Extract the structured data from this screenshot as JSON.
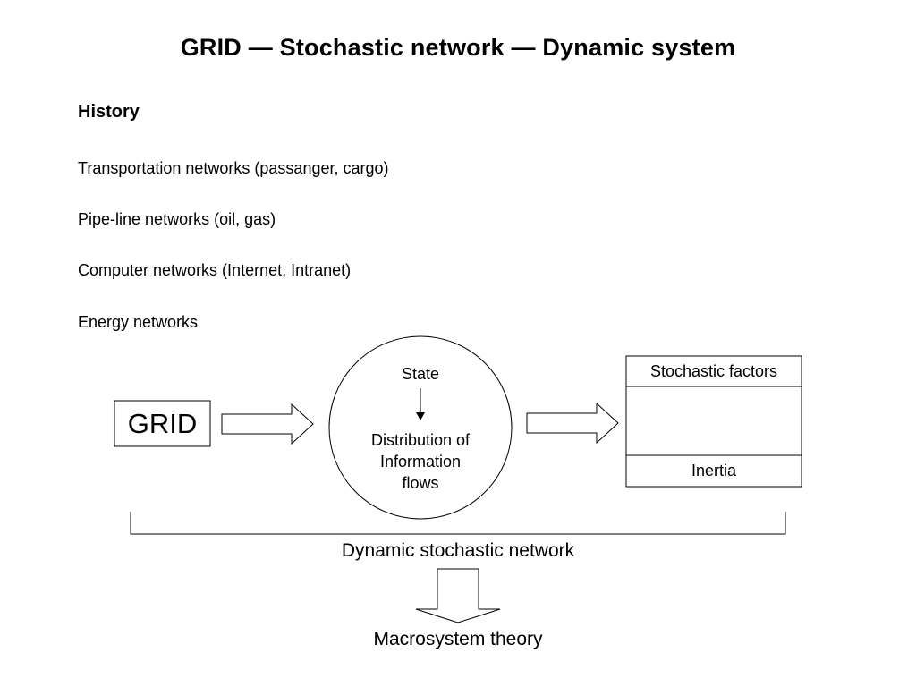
{
  "title": "GRID — Stochastic network — Dynamic system",
  "history": {
    "heading": "History",
    "items": [
      "Transportation networks (passanger, cargo)",
      "Pipe-line networks (oil, gas)",
      "Computer networks (Internet, Intranet)",
      "Energy networks"
    ]
  },
  "diagram": {
    "grid_label": "GRID",
    "circle": {
      "state_label": "State",
      "distribution_label": "Distribution of\nInformation\nflows"
    },
    "factors_box": {
      "top_label": "Stochastic factors",
      "bottom_label": "Inertia"
    },
    "bracket_label": "Dynamic stochastic network",
    "result_label": "Macrosystem theory"
  },
  "colors": {
    "stroke": "#000000",
    "background": "#ffffff"
  }
}
